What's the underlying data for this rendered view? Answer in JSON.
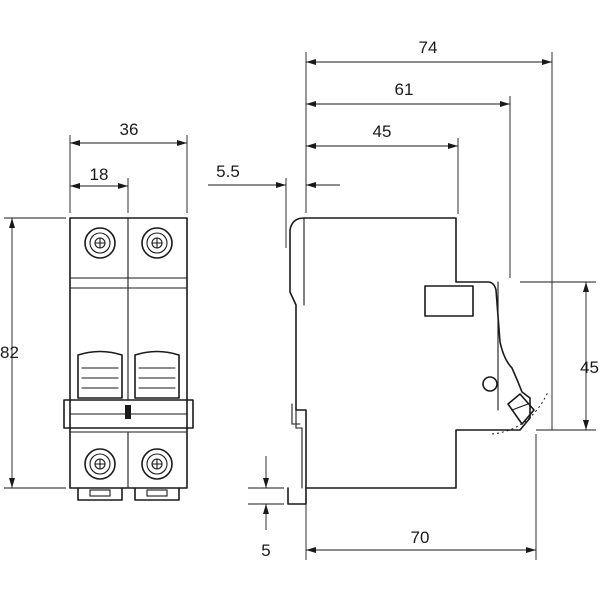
{
  "front_view": {
    "width_total": "36",
    "width_pole": "18",
    "height": "82"
  },
  "side_view": {
    "depth_total": "74",
    "depth_61": "61",
    "depth_45": "45",
    "offset_5_5": "5.5",
    "height_45": "45",
    "rail_5": "5",
    "depth_70": "70"
  }
}
